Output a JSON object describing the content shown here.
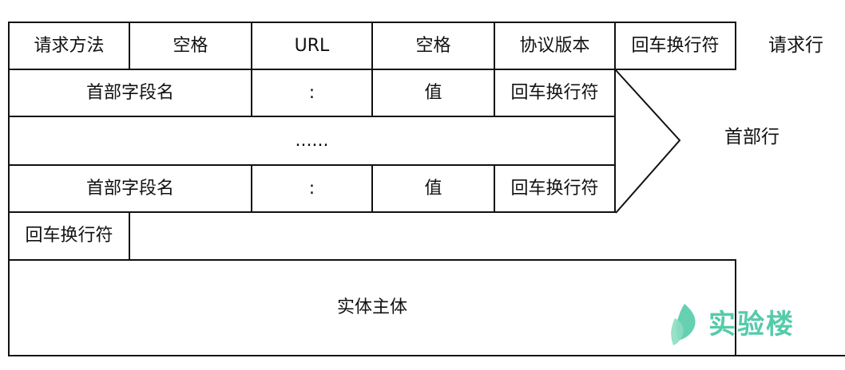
{
  "request_line": {
    "cells": [
      "请求方法",
      "空格",
      "URL",
      "空格",
      "协议版本",
      "回车换行符"
    ],
    "label": "请求行"
  },
  "header_lines": {
    "row1": [
      "首部字段名",
      ":",
      "值",
      "回车换行符"
    ],
    "ellipsis": "......",
    "row2": [
      "首部字段名",
      ":",
      "值",
      "回车换行符"
    ],
    "label": "首部行"
  },
  "blank_line": {
    "cell": "回车换行符"
  },
  "body": {
    "cell": "实体主体"
  },
  "watermark": {
    "text": "实验楼",
    "color": "#43c6a0"
  }
}
